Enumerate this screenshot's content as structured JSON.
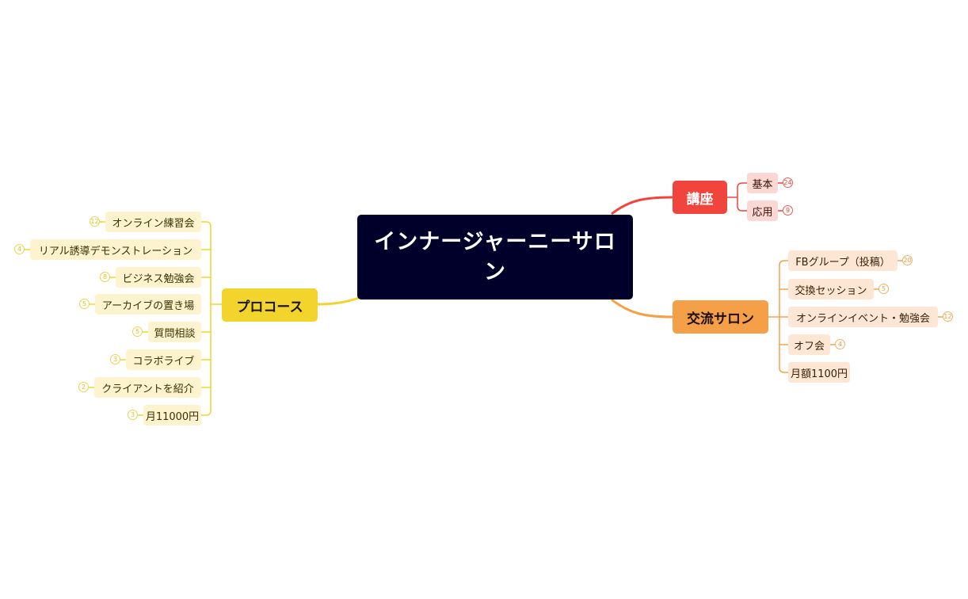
{
  "central": "インナージャーニーサロン",
  "colors": {
    "central_bg": "#00002a",
    "kouza": "#f0443c",
    "kouryu": "#f5a048",
    "pro": "#f2d42c"
  },
  "branches": {
    "kouza": {
      "label": "講座",
      "items": [
        {
          "label": "基本",
          "badge": "24"
        },
        {
          "label": "応用",
          "badge": "9"
        }
      ]
    },
    "kouryu": {
      "label": "交流サロン",
      "items": [
        {
          "label": "FBグループ（投稿）",
          "badge": "20"
        },
        {
          "label": "交換セッション",
          "badge": "5"
        },
        {
          "label": "オンラインイベント・勉強会",
          "badge": "12"
        },
        {
          "label": "オフ会",
          "badge": "4"
        },
        {
          "label": "月額1100円",
          "badge": ""
        }
      ]
    },
    "pro": {
      "label": "プロコース",
      "items": [
        {
          "label": "オンライン練習会",
          "badge": "12"
        },
        {
          "label": "リアル誘導デモンストレーション",
          "badge": "4"
        },
        {
          "label": "ビジネス勉強会",
          "badge": "8"
        },
        {
          "label": "アーカイブの置き場",
          "badge": "5"
        },
        {
          "label": "質問相談",
          "badge": "5"
        },
        {
          "label": "コラボライブ",
          "badge": "3"
        },
        {
          "label": "クライアントを紹介",
          "badge": "2"
        },
        {
          "label": "月11000円",
          "badge": "3"
        }
      ]
    }
  }
}
